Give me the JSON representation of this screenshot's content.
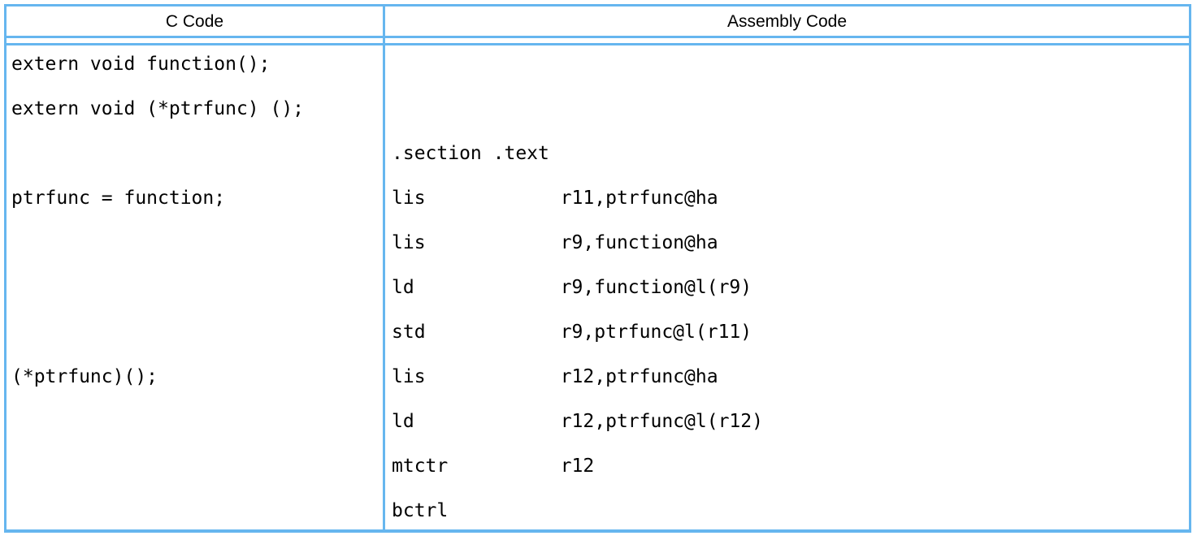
{
  "table": {
    "columns": [
      {
        "header": "C Code"
      },
      {
        "header": "Assembly Code"
      }
    ],
    "rows": [
      {
        "c": "extern void function();",
        "asm": ""
      },
      {
        "c": "extern void (*ptrfunc) ();",
        "asm": ""
      },
      {
        "c": "",
        "asm": ".section .text"
      },
      {
        "c": "ptrfunc = function;",
        "asm": "lis            r11,ptrfunc@ha"
      },
      {
        "c": "",
        "asm": "lis            r9,function@ha"
      },
      {
        "c": "",
        "asm": "ld             r9,function@l(r9)"
      },
      {
        "c": "",
        "asm": "std            r9,ptrfunc@l(r11)"
      },
      {
        "c": "(*ptrfunc)();",
        "asm": "lis            r12,ptrfunc@ha"
      },
      {
        "c": "",
        "asm": "ld             r12,ptrfunc@l(r12)"
      },
      {
        "c": "",
        "asm": "mtctr          r12"
      },
      {
        "c": "",
        "asm": "bctrl"
      }
    ]
  },
  "colors": {
    "border_blue": "#66b6ef",
    "text": "#000000",
    "background": "#ffffff"
  }
}
